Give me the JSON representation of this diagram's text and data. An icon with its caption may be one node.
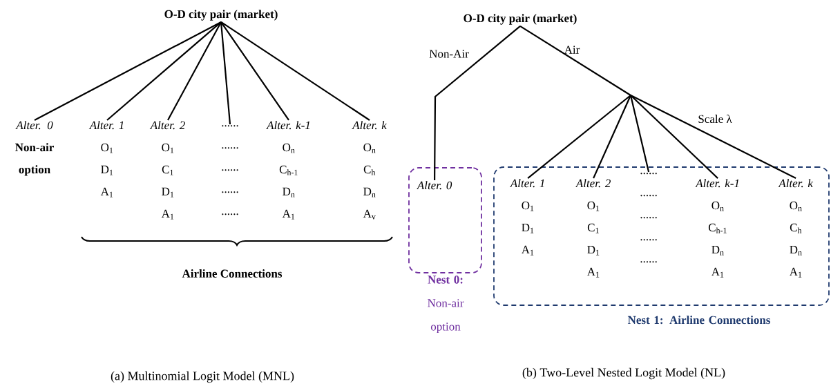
{
  "diagram": {
    "nodes": [
      {
        "text": [
          "O-D city pair (market)"
        ]
      },
      {
        "text": [
          "Alter. 0",
          "Non-air option"
        ]
      },
      {
        "text": [
          "Alter. 1",
          "O$_{1}$",
          "D$_{1}$",
          "A$_{1}$"
        ]
      },
      {
        "text": [
          "Alter. 2",
          "O$_{1}$",
          "C$_{1}$",
          "D$_{1}$",
          "A$_{1}$"
        ]
      },
      {
        "text": [
          "......",
          "......",
          "......",
          "......",
          "......"
        ]
      },
      {
        "text": [
          "Alter. k-1",
          "O$_{n}$",
          "C$_{h-1}$",
          "D$_{n}$",
          "A$_{1}$"
        ]
      },
      {
        "text": [
          "Alter. k",
          "O$_{n}$",
          "C$_{h}$",
          "D$_{n}$",
          "A$_{v}$"
        ]
      },
      {
        "text": [
          "O-D city pair (market)"
        ]
      },
      {
        "text": [
          "**Nest 0:** Non-air option"
        ]
      },
      {
        "text": [
          "Alter. 0"
        ],
        "in": 8
      },
      {
        "text": [
          "Nest 1: Airline Connections"
        ]
      },
      {
        "text": [
          "Alter. 1",
          "O$_{1}$",
          "D$_{1}$",
          "A$_{1}$"
        ],
        "in": 10
      },
      {
        "text": [
          "Alter. 2",
          "O$_{1}$",
          "C$_{1}$",
          "D$_{1}$",
          "A$_{1}$"
        ],
        "in": 10
      },
      {
        "text": [
          "......",
          "......",
          "......",
          "......",
          "......"
        ],
        "in": 10
      },
      {
        "text": [
          "Alter. k-1",
          "O$_{n}$",
          "C$_{h-1}$",
          "D$_{n}$",
          "A$_{1}$"
        ],
        "in": 10
      },
      {
        "text": [
          "Alter. k",
          "O$_{n}$",
          "C$_{h}$",
          "D$_{n}$",
          "A$_{1}$"
        ],
        "in": 10
      }
    ],
    "edges": [
      {
        "from": 0,
        "to": 1,
        "arrow": "none"
      },
      {
        "from": 0,
        "to": 2,
        "arrow": "none"
      },
      {
        "from": 0,
        "to": 3,
        "arrow": "none"
      },
      {
        "from": 0,
        "to": 4,
        "arrow": "none"
      },
      {
        "from": 0,
        "to": 5,
        "arrow": "none"
      },
      {
        "from": 0,
        "to": 6,
        "arrow": "none"
      },
      {
        "from": 7,
        "to": 9,
        "arrow": "none"
      },
      {
        "from": 7,
        "to": 11,
        "arrow": "none"
      },
      {
        "from": 7,
        "to": 12,
        "arrow": "none"
      },
      {
        "from": 7,
        "to": 13,
        "arrow": "none"
      },
      {
        "from": 7,
        "to": 14,
        "arrow": "none"
      },
      {
        "from": 7,
        "to": 15,
        "arrow": "none"
      }
    ],
    "labels": [
      "Non-Air",
      "Air",
      "Scale λ",
      "Airline Connections",
      "(a) Multinomial Logit Model (MNL)",
      "(b) Two-Level Nested Logit Model (NL)"
    ]
  }
}
